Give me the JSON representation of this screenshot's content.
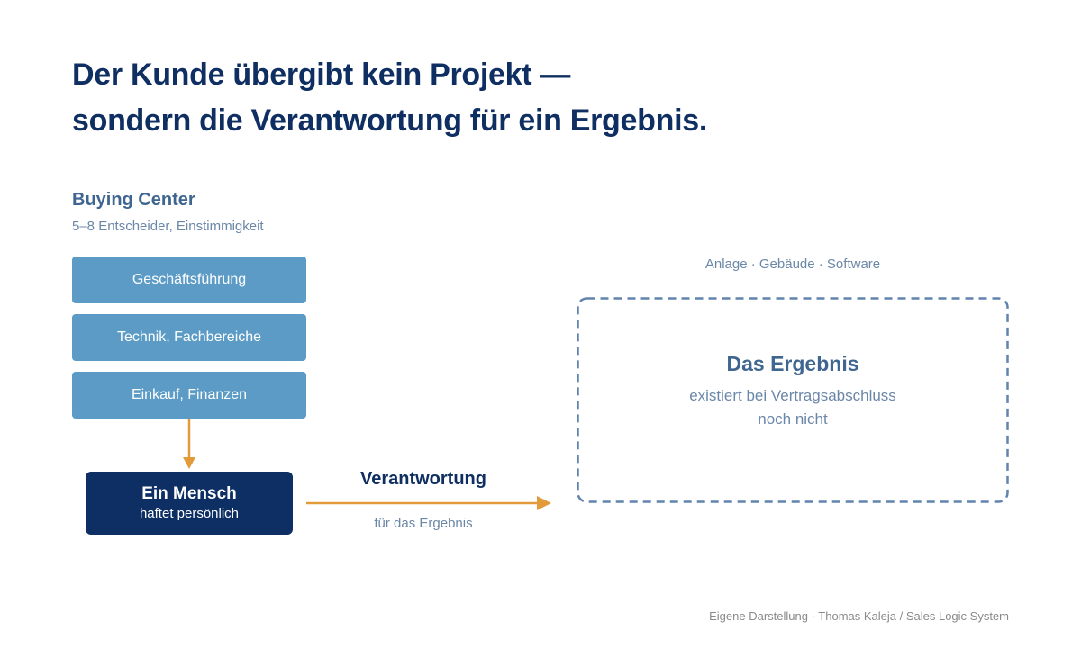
{
  "title": {
    "line1": "Der Kunde übergibt kein Projekt —",
    "line2": "sondern die Verantwortung für ein Ergebnis."
  },
  "buying_center": {
    "title": "Buying Center",
    "subtitle": "5–8 Entscheider, Einstimmigkeit",
    "items": [
      "Geschäftsführung",
      "Technik, Fachbereiche",
      "Einkauf, Finanzen"
    ]
  },
  "person": {
    "title": "Ein Mensch",
    "subtitle": "haftet persönlich"
  },
  "responsibility": {
    "label": "Verantwortung",
    "sublabel": "für das Ergebnis"
  },
  "result": {
    "caption": "Anlage · Gebäude · Software",
    "title": "Das Ergebnis",
    "line1": "existiert bei Vertragsabschluss",
    "line2": "noch nicht"
  },
  "credit": "Eigene Darstellung · Thomas Kaleja / Sales Logic System",
  "colors": {
    "navy": "#0d2f63",
    "box_blue": "#5b9bc6",
    "arrow_orange": "#e39a3a",
    "muted_blue": "#6b87a8"
  }
}
